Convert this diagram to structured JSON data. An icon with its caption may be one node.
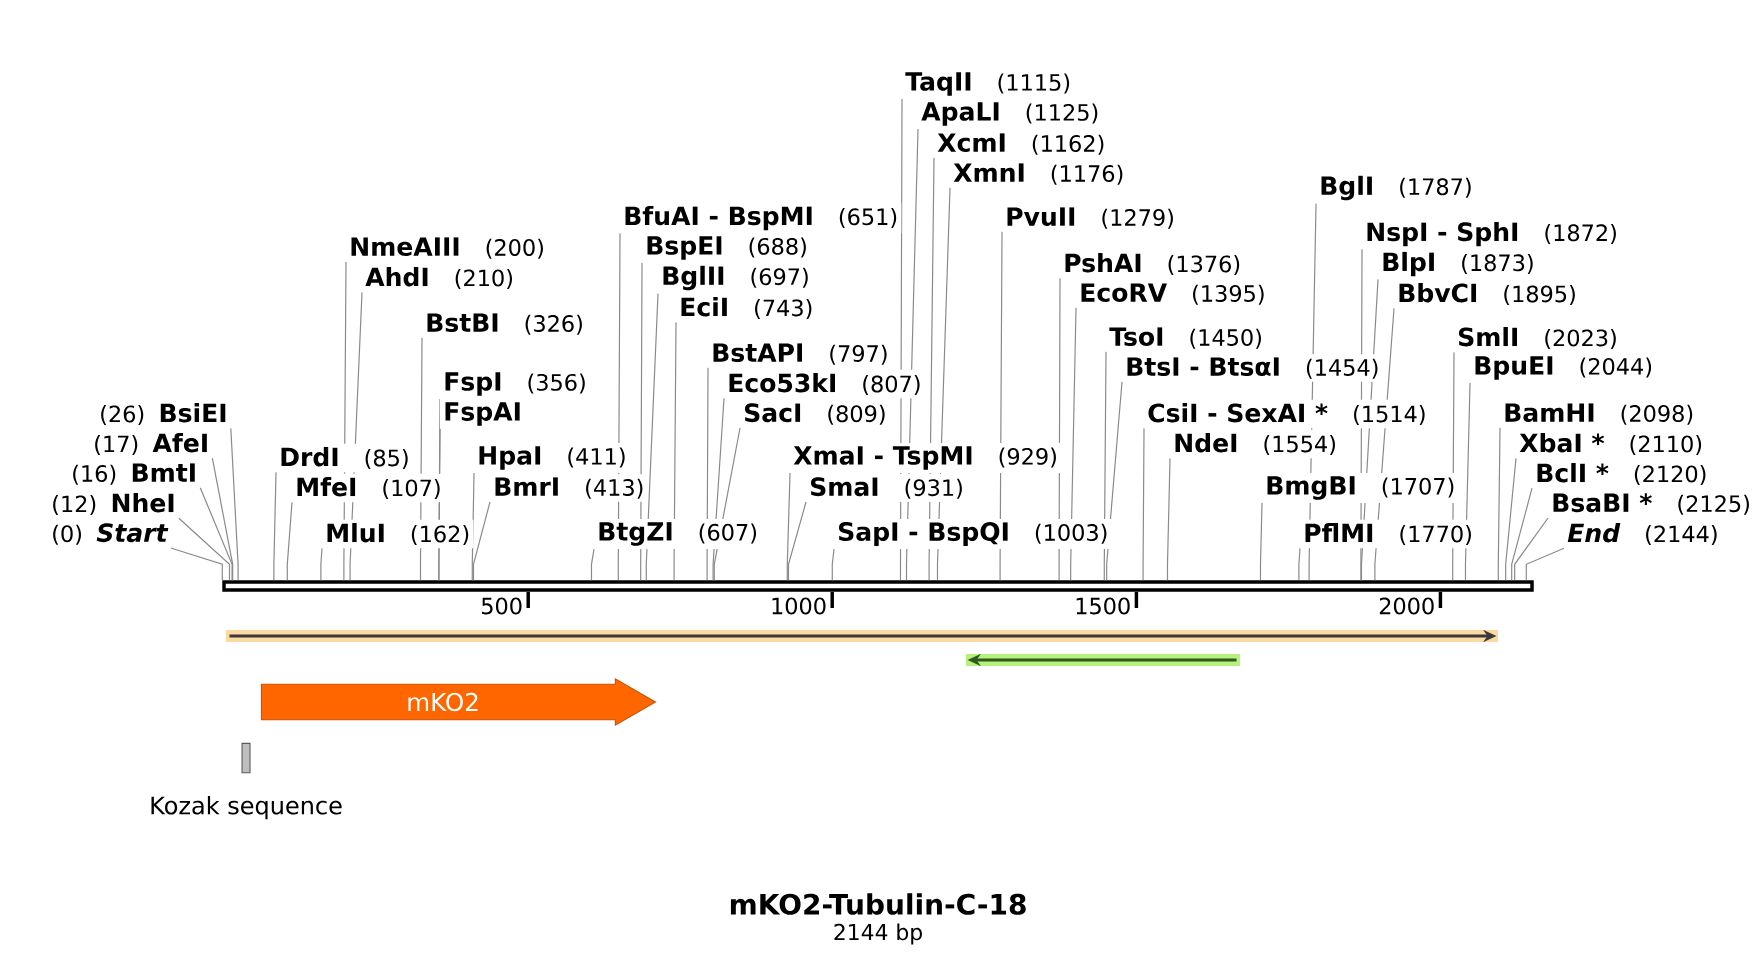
{
  "diagram": {
    "title": "mKO2-Tubulin-C-18",
    "caption": "2144 bp",
    "nodes": [
      {
        "text": [
          "(0)",
          "Start"
        ]
      },
      {
        "text": [
          "(12)",
          "NheI"
        ]
      },
      {
        "text": [
          "(16)",
          "BmtI"
        ]
      },
      {
        "text": [
          "(17)",
          "AfeI"
        ]
      },
      {
        "text": [
          "(26)",
          "BsiEI"
        ]
      },
      {
        "text": [
          "DrdI",
          "(85)"
        ]
      },
      {
        "text": [
          "MfeI",
          "(107)"
        ]
      },
      {
        "text": [
          "MluI",
          "(162)"
        ]
      },
      {
        "text": [
          "NmeAIII",
          "(200)"
        ]
      },
      {
        "text": [
          "AhdI",
          "(210)"
        ]
      },
      {
        "text": [
          "BstBI",
          "(326)"
        ]
      },
      {
        "text": [
          "FspI",
          "(356)"
        ]
      },
      {
        "text": [
          "FspAI"
        ]
      },
      {
        "text": [
          "HpaI",
          "(411)"
        ]
      },
      {
        "text": [
          "BmrI",
          "(413)"
        ]
      },
      {
        "text": [
          "BtgZI",
          "(607)"
        ]
      },
      {
        "text": [
          "BfuAI - BspMI",
          "(651)"
        ]
      },
      {
        "text": [
          "BspEI",
          "(688)"
        ]
      },
      {
        "text": [
          "BglII",
          "(697)"
        ]
      },
      {
        "text": [
          "EciI",
          "(743)"
        ]
      },
      {
        "text": [
          "BstAPI",
          "(797)"
        ]
      },
      {
        "text": [
          "Eco53kI",
          "(807)"
        ]
      },
      {
        "text": [
          "SacI",
          "(809)"
        ]
      },
      {
        "text": [
          "XmaI - TspMI",
          "(929)"
        ]
      },
      {
        "text": [
          "SmaI",
          "(931)"
        ]
      },
      {
        "text": [
          "SapI - BspQI",
          "(1003)"
        ]
      },
      {
        "text": [
          "TaqII",
          "(1115)"
        ]
      },
      {
        "text": [
          "ApaLI",
          "(1125)"
        ]
      },
      {
        "text": [
          "XcmI",
          "(1162)"
        ]
      },
      {
        "text": [
          "XmnI",
          "(1176)"
        ]
      },
      {
        "text": [
          "PvuII",
          "(1279)"
        ]
      },
      {
        "text": [
          "PshAI",
          "(1376)"
        ]
      },
      {
        "text": [
          "EcoRV",
          "(1395)"
        ]
      },
      {
        "text": [
          "TsoI",
          "(1450)"
        ]
      },
      {
        "text": [
          "BtsI - BtsαI",
          "(1454)"
        ]
      },
      {
        "text": [
          "CsiI - SexAI *",
          "(1514)"
        ]
      },
      {
        "text": [
          "NdeI",
          "(1554)"
        ]
      },
      {
        "text": [
          "BmgBI",
          "(1707)"
        ]
      },
      {
        "text": [
          "PflMI",
          "(1770)"
        ]
      },
      {
        "text": [
          "BglI",
          "(1787)"
        ]
      },
      {
        "text": [
          "NspI - SphI",
          "(1872)"
        ]
      },
      {
        "text": [
          "BlpI",
          "(1873)"
        ]
      },
      {
        "text": [
          "BbvCI",
          "(1895)"
        ]
      },
      {
        "text": [
          "SmlI",
          "(2023)"
        ]
      },
      {
        "text": [
          "BpuEI",
          "(2044)"
        ]
      },
      {
        "text": [
          "BamHI",
          "(2098)"
        ]
      },
      {
        "text": [
          "XbaI *",
          "(2110)"
        ]
      },
      {
        "text": [
          "BclI *",
          "(2120)"
        ]
      },
      {
        "text": [
          "BsaBI *",
          "(2125)"
        ]
      },
      {
        "text": [
          "End",
          "(2144)"
        ]
      },
      {
        "text": [],
        "shape": "bar"
      },
      {
        "text": [],
        "shape": "arrow"
      },
      {
        "text": [],
        "shape": "arrow"
      },
      {
        "text": [
          "mKO2"
        ]
      },
      {
        "text": [
          "Kozak sequence"
        ]
      }
    ],
    "edges": [
      {
        "from": 0,
        "to": 50,
        "arrow": "none"
      },
      {
        "from": 1,
        "to": 50,
        "arrow": "none"
      },
      {
        "from": 2,
        "to": 50,
        "arrow": "none"
      },
      {
        "from": 3,
        "to": 50,
        "arrow": "none"
      },
      {
        "from": 4,
        "to": 50,
        "arrow": "none"
      },
      {
        "from": 5,
        "to": 50,
        "arrow": "none"
      },
      {
        "from": 6,
        "to": 50,
        "arrow": "none"
      },
      {
        "from": 7,
        "to": 50,
        "arrow": "none"
      },
      {
        "from": 8,
        "to": 50,
        "arrow": "none"
      },
      {
        "from": 9,
        "to": 50,
        "arrow": "none"
      },
      {
        "from": 10,
        "to": 50,
        "arrow": "none"
      },
      {
        "from": 11,
        "to": 50,
        "arrow": "none"
      },
      {
        "from": 12,
        "to": 50,
        "arrow": "none"
      },
      {
        "from": 13,
        "to": 50,
        "arrow": "none"
      },
      {
        "from": 14,
        "to": 50,
        "arrow": "none"
      },
      {
        "from": 15,
        "to": 50,
        "arrow": "none"
      },
      {
        "from": 16,
        "to": 50,
        "arrow": "none"
      },
      {
        "from": 17,
        "to": 50,
        "arrow": "none"
      },
      {
        "from": 18,
        "to": 50,
        "arrow": "none"
      },
      {
        "from": 19,
        "to": 50,
        "arrow": "none"
      },
      {
        "from": 20,
        "to": 50,
        "arrow": "none"
      },
      {
        "from": 21,
        "to": 50,
        "arrow": "none"
      },
      {
        "from": 22,
        "to": 50,
        "arrow": "none"
      },
      {
        "from": 23,
        "to": 50,
        "arrow": "none"
      },
      {
        "from": 24,
        "to": 50,
        "arrow": "none"
      },
      {
        "from": 25,
        "to": 50,
        "arrow": "none"
      },
      {
        "from": 26,
        "to": 50,
        "arrow": "none"
      },
      {
        "from": 27,
        "to": 50,
        "arrow": "none"
      },
      {
        "from": 28,
        "to": 50,
        "arrow": "none"
      },
      {
        "from": 29,
        "to": 50,
        "arrow": "none"
      },
      {
        "from": 30,
        "to": 50,
        "arrow": "none"
      },
      {
        "from": 31,
        "to": 50,
        "arrow": "none"
      },
      {
        "from": 32,
        "to": 50,
        "arrow": "none"
      },
      {
        "from": 33,
        "to": 50,
        "arrow": "none"
      },
      {
        "from": 34,
        "to": 50,
        "arrow": "none"
      },
      {
        "from": 35,
        "to": 50,
        "arrow": "none"
      },
      {
        "from": 36,
        "to": 50,
        "arrow": "none"
      },
      {
        "from": 37,
        "to": 50,
        "arrow": "none"
      },
      {
        "from": 38,
        "to": 50,
        "arrow": "none"
      },
      {
        "from": 39,
        "to": 50,
        "arrow": "none"
      },
      {
        "from": 40,
        "to": 50,
        "arrow": "none"
      },
      {
        "from": 41,
        "to": 50,
        "arrow": "none"
      },
      {
        "from": 42,
        "to": 50,
        "arrow": "none"
      },
      {
        "from": 43,
        "to": 50,
        "arrow": "none"
      },
      {
        "from": 44,
        "to": 50,
        "arrow": "none"
      },
      {
        "from": 45,
        "to": 50,
        "arrow": "none"
      },
      {
        "from": 46,
        "to": 50,
        "arrow": "none"
      },
      {
        "from": 47,
        "to": 50,
        "arrow": "none"
      },
      {
        "from": 48,
        "to": 50,
        "arrow": "none"
      },
      {
        "from": 49,
        "to": 50,
        "arrow": "none"
      }
    ],
    "labels": [
      "500",
      "1000",
      "1500",
      "2000"
    ]
  }
}
